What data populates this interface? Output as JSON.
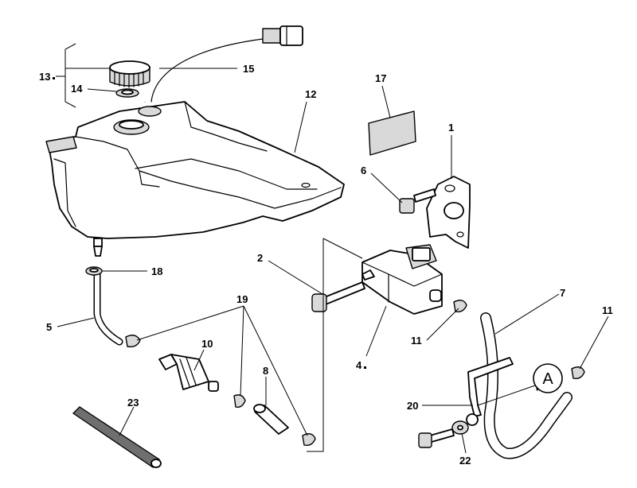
{
  "callouts": {
    "c1": "1",
    "c2": "2",
    "c4": "4",
    "c5": "5",
    "c6": "6",
    "c7": "7",
    "c8": "8",
    "c10": "10",
    "c11a": "11",
    "c11b": "11",
    "c12": "12",
    "c13": "13",
    "c14": "14",
    "c15": "15",
    "c17": "17",
    "c18": "18",
    "c19": "19",
    "c20": "20",
    "c22": "22",
    "c23": "23"
  },
  "reference": {
    "label": "A"
  },
  "colors": {
    "line": "#000000",
    "shade": "#d9d9d9",
    "dark": "#6f6f6f",
    "background": "#ffffff"
  }
}
